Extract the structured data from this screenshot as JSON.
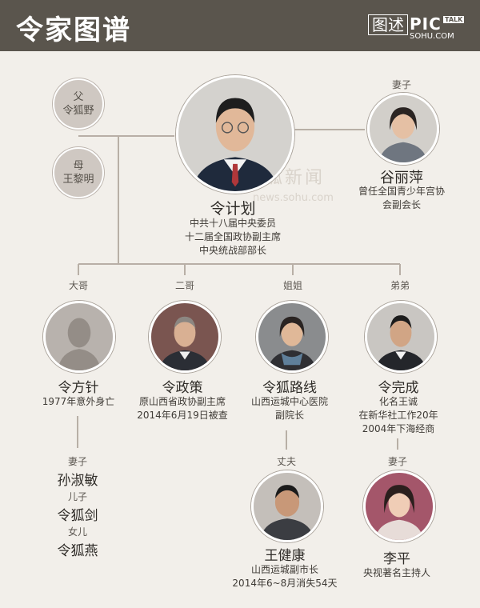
{
  "header": {
    "title": "令家图谱",
    "logo_cn": "图述",
    "logo_pic": "PIC",
    "logo_talk": "TALK",
    "logo_sub": "SOHU.COM"
  },
  "watermark": {
    "text": "搜狐新闻",
    "url": "news.sohu.com"
  },
  "parents": {
    "father": {
      "relation": "父",
      "name": "令狐野"
    },
    "mother": {
      "relation": "母",
      "name": "王黎明"
    }
  },
  "main": {
    "name": "令计划",
    "desc": [
      "中共十八届中央委员",
      "十二届全国政协副主席",
      "中央统战部部长"
    ]
  },
  "wife": {
    "relation": "妻子",
    "name": "谷丽萍",
    "desc": [
      "曾任全国青少年宫协",
      "会副会长"
    ]
  },
  "siblings": [
    {
      "relation": "大哥",
      "name": "令方针",
      "desc": [
        "1977年意外身亡"
      ]
    },
    {
      "relation": "二哥",
      "name": "令政策",
      "desc": [
        "原山西省政协副主席",
        "2014年6月19日被查"
      ]
    },
    {
      "relation": "姐姐",
      "name": "令狐路线",
      "desc": [
        "山西运城中心医院",
        "副院长"
      ]
    },
    {
      "relation": "弟弟",
      "name": "令完成",
      "desc": [
        "化名王诚",
        "在新华社工作20年",
        "2004年下海经商"
      ]
    }
  ],
  "eldest_family": [
    {
      "relation": "妻子",
      "name": "孙淑敏"
    },
    {
      "relation": "儿子",
      "name": "令狐剑"
    },
    {
      "relation": "女儿",
      "name": "令狐燕"
    }
  ],
  "sister_husband": {
    "relation": "丈夫",
    "name": "王健康",
    "desc": [
      "山西运城副市长",
      "2014年6~8月消失54天"
    ]
  },
  "brother_wife": {
    "relation": "妻子",
    "name": "李平",
    "desc": [
      "央视著名主持人"
    ]
  }
}
